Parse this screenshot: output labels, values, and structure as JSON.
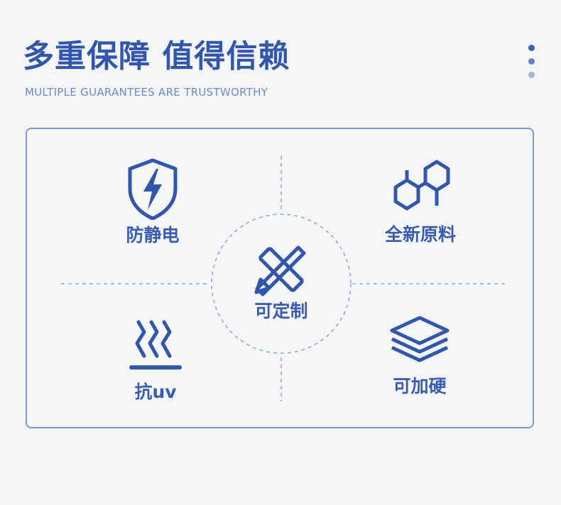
{
  "header": {
    "title": "多重保障 值得信赖",
    "subtitle": "MULTIPLE GUARANTEES ARE TRUSTWORTHY",
    "more_icon": "vertical-dots-icon"
  },
  "colors": {
    "primary": "#3356ad",
    "accent": "#3a5db2",
    "subtitle": "#6d8ccd",
    "border": "#7d9bd6",
    "background": "#f4f5f7"
  },
  "features": {
    "antistatic": {
      "label": "防静电",
      "icon": "lightning-shield-icon"
    },
    "new_material": {
      "label": "全新原料",
      "icon": "hexagon-molecule-icon"
    },
    "custom": {
      "label": "可定制",
      "icon": "pencil-ruler-icon"
    },
    "anti_uv": {
      "label": "抗uv",
      "icon": "heat-waves-icon"
    },
    "thickened": {
      "label": "可加硬",
      "icon": "stacked-layers-icon"
    }
  }
}
